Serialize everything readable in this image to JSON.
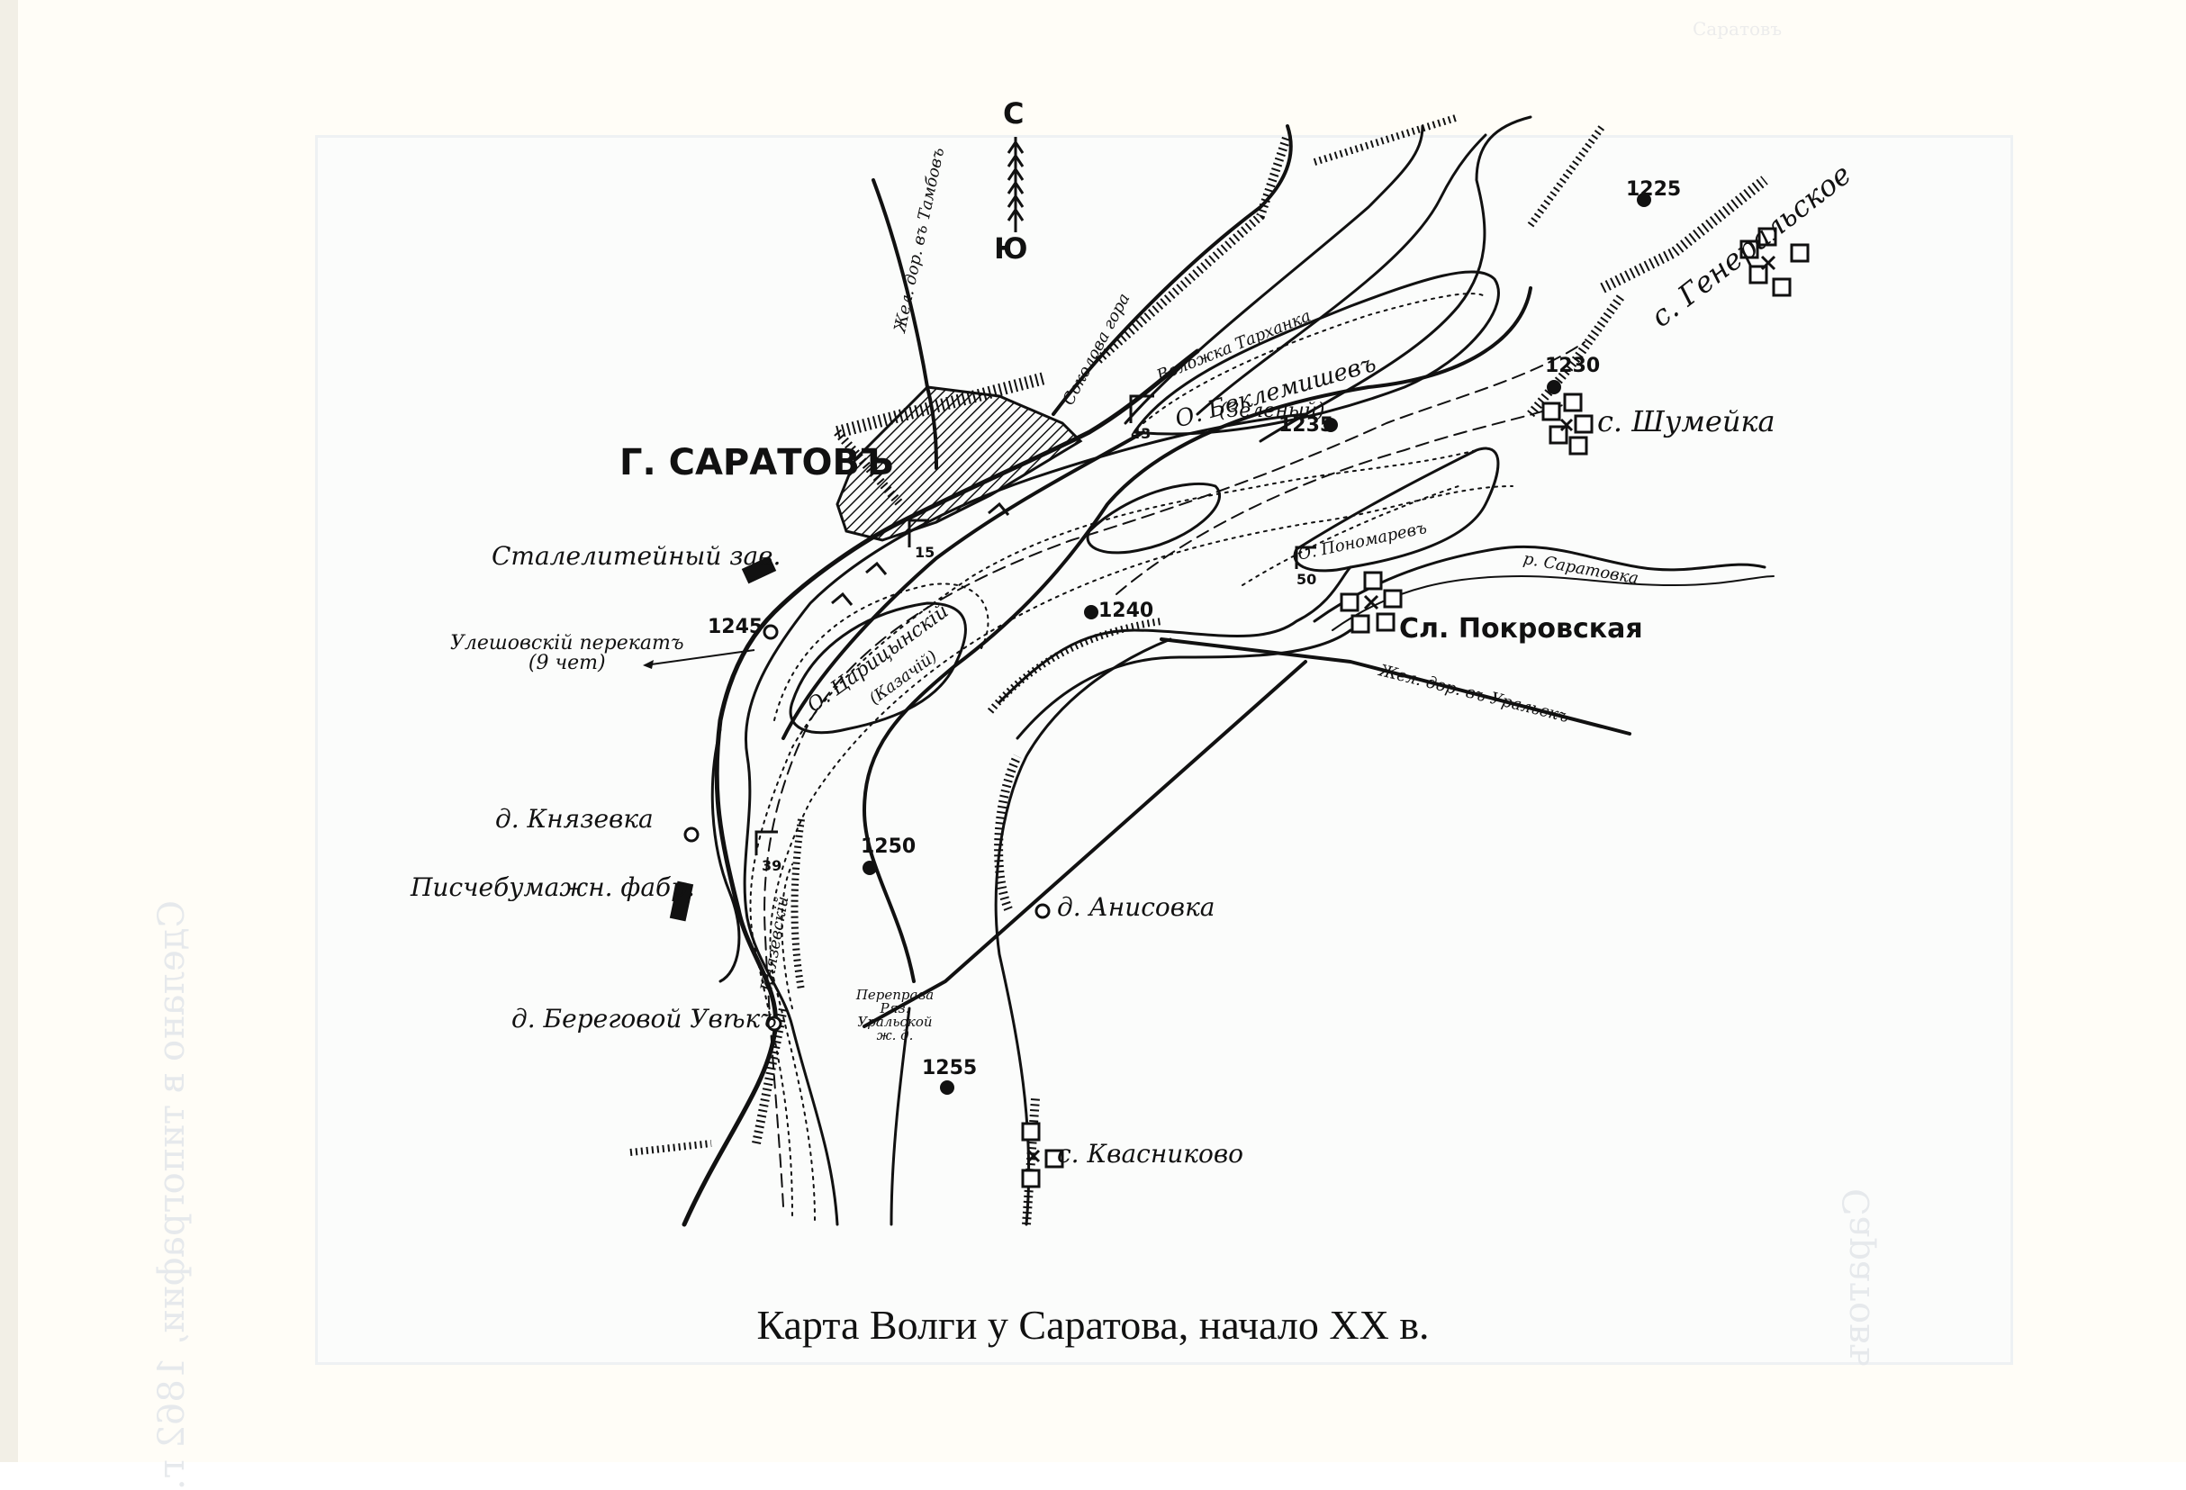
{
  "caption": "Карта Волги у Саратова, начало XX в.",
  "compass": {
    "north": "С",
    "south": "Ю"
  },
  "bleed_through": {
    "spine_text": "Сделано в типографии, 1862 г.",
    "right_text": "Саратовъ",
    "corner_text": "Саратовъ"
  },
  "city": "Г. САРАТОВЪ",
  "settlements": {
    "pokrovskaya": "Сл. Покровская",
    "shumeika": "с. Шумейка",
    "generalskoe": "с. Генеральское",
    "knyazevka": "д. Князевка",
    "anisovka": "д. Анисовка",
    "beregovoy": "д. Береговой Увѣкъ",
    "kvasnikovo": "с. Квасниково"
  },
  "features": {
    "steel_plant": "Сталелитейный зав.",
    "paper_mill": "Писчебумажн. фабр.",
    "shift": "Улешовскій перекатъ\n(9 чет)",
    "sokolova": "Соколова гора",
    "tambov_road": "Жел. дор. въ Тамбовъ",
    "uralsk_road": "Жел. дор. въ Уральскъ",
    "saratovka_river": "р. Саратовка",
    "tarhanka": "Воложка Тарханка",
    "crossing": "Переправа Ряз. Уральской ж. д.",
    "knyazevskiy": "Князевскій"
  },
  "islands": {
    "beklemishev": "О. Беклемишевъ",
    "beklemishev_note": "(Зеленый)",
    "ponomarev": "О. Пономаревъ",
    "tsaritsyn": "О. Царицынскій",
    "tsaritsyn_note": "(Казачій)"
  },
  "marks": {
    "m1225": "1225",
    "m1230": "1230",
    "m1235": "1235",
    "m1240": "1240",
    "m1245": "1245",
    "m1250": "1250",
    "m1255": "1255"
  },
  "buoys": {
    "b43": "43",
    "b15": "15",
    "b50": "50",
    "b39": "39"
  },
  "colors": {
    "ink": "#111111",
    "paper": "#fffdf7",
    "bleed": "#e6e9ec"
  }
}
